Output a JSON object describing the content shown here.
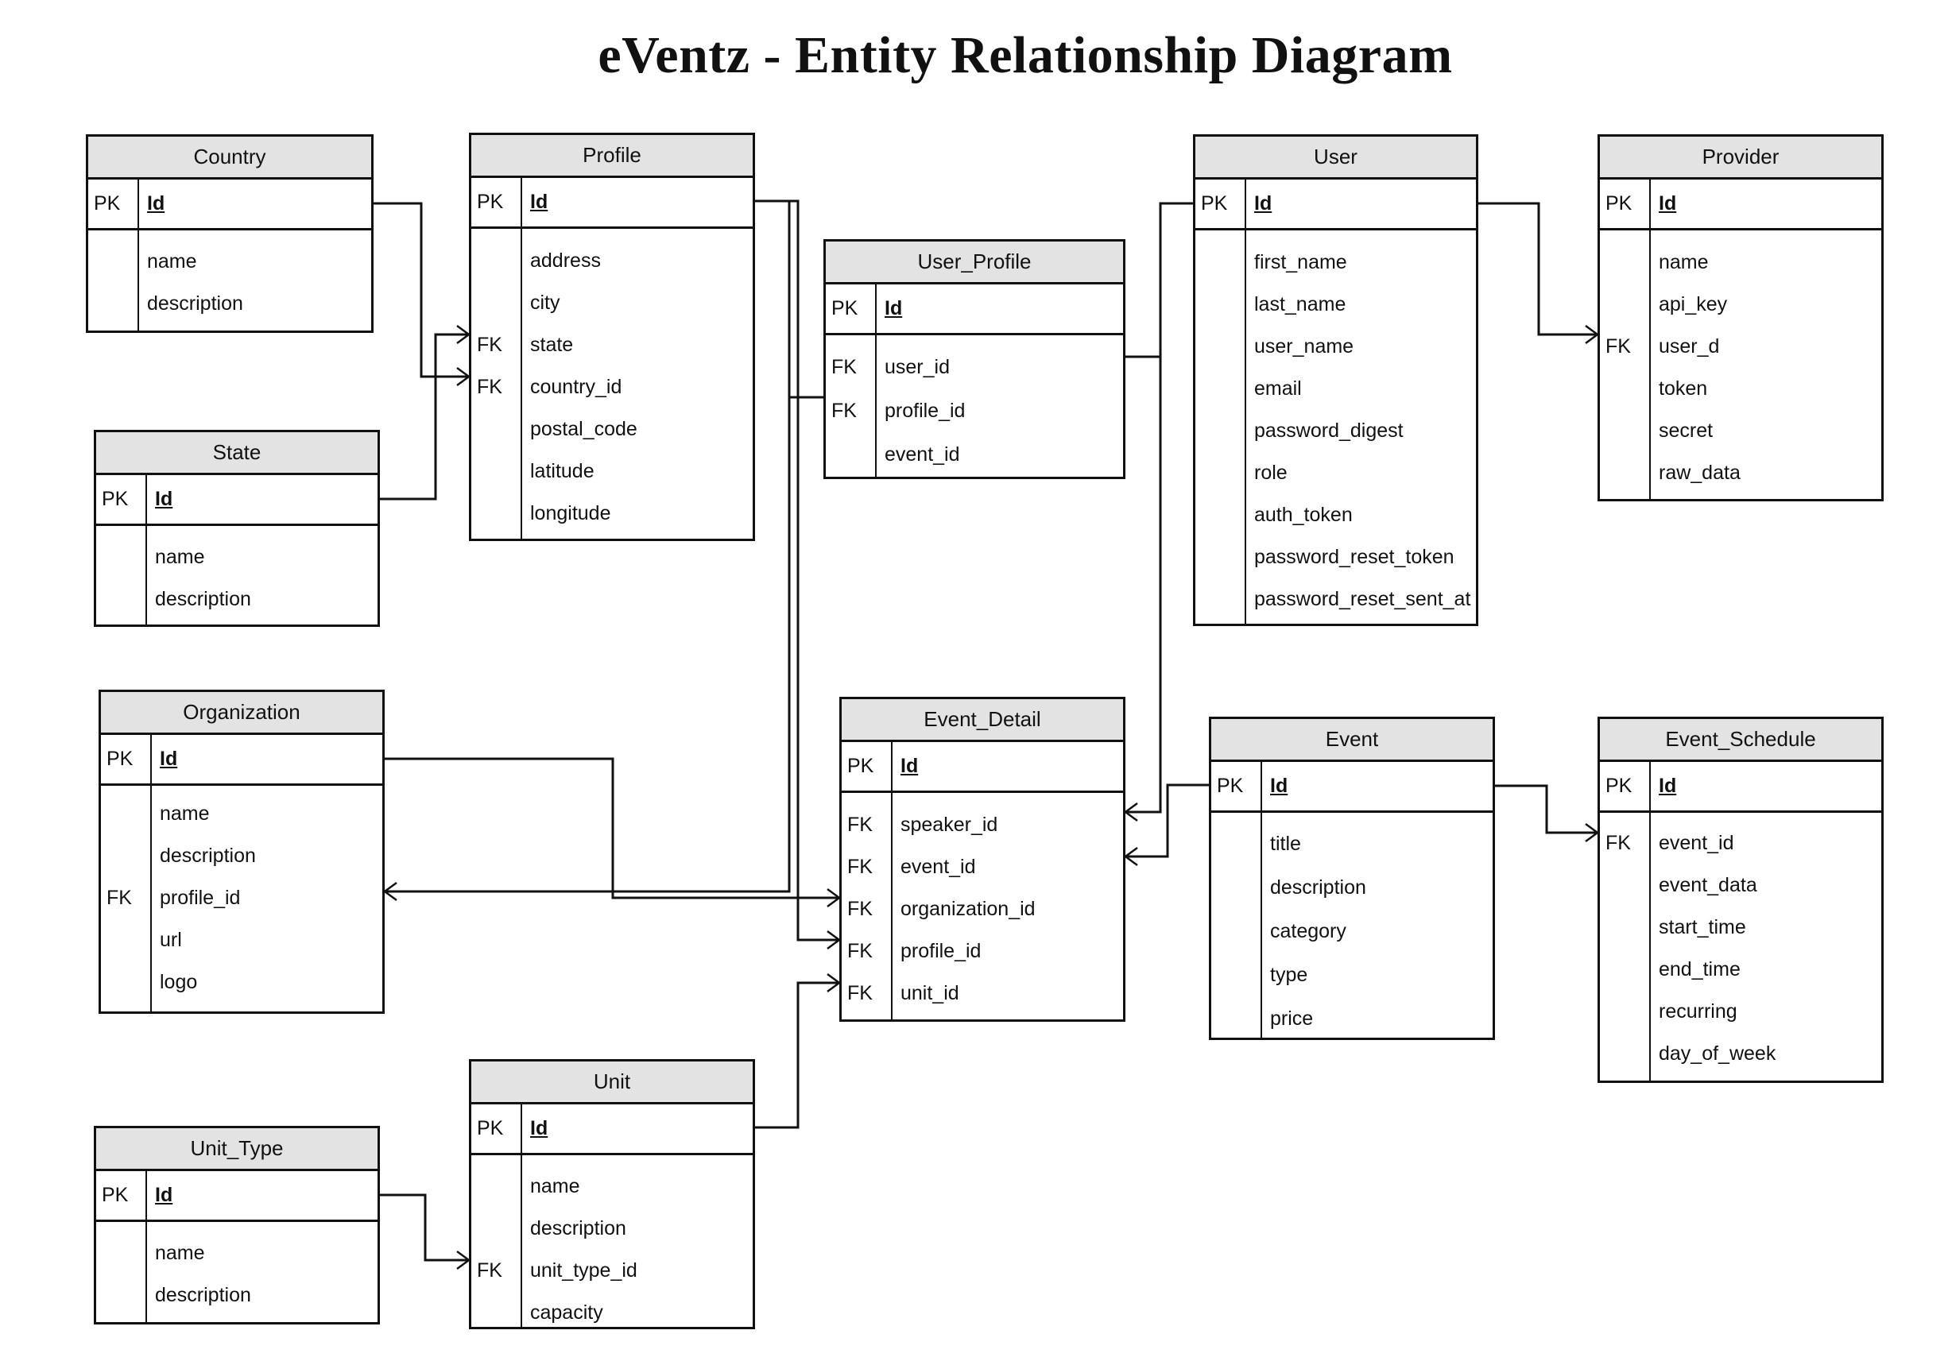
{
  "diagram": {
    "title": "eVentz - Entity Relationship Diagram",
    "entities": [
      {
        "id": "country",
        "name": "Country",
        "pk": "Id",
        "attributes": [
          {
            "key": "",
            "name": "name"
          },
          {
            "key": "",
            "name": "description"
          }
        ]
      },
      {
        "id": "profile",
        "name": "Profile",
        "pk": "Id",
        "attributes": [
          {
            "key": "",
            "name": "address"
          },
          {
            "key": "",
            "name": "city"
          },
          {
            "key": "FK",
            "name": "state"
          },
          {
            "key": "FK",
            "name": "country_id"
          },
          {
            "key": "",
            "name": "postal_code"
          },
          {
            "key": "",
            "name": "latitude"
          },
          {
            "key": "",
            "name": "longitude"
          }
        ]
      },
      {
        "id": "user_profile",
        "name": "User_Profile",
        "pk": "Id",
        "attributes": [
          {
            "key": "FK",
            "name": "user_id"
          },
          {
            "key": "FK",
            "name": "profile_id"
          },
          {
            "key": "",
            "name": "event_id"
          }
        ]
      },
      {
        "id": "user",
        "name": "User",
        "pk": "Id",
        "attributes": [
          {
            "key": "",
            "name": "first_name"
          },
          {
            "key": "",
            "name": "last_name"
          },
          {
            "key": "",
            "name": "user_name"
          },
          {
            "key": "",
            "name": "email"
          },
          {
            "key": "",
            "name": "password_digest"
          },
          {
            "key": "",
            "name": "role"
          },
          {
            "key": "",
            "name": "auth_token"
          },
          {
            "key": "",
            "name": "password_reset_token"
          },
          {
            "key": "",
            "name": "password_reset_sent_at"
          }
        ]
      },
      {
        "id": "provider",
        "name": "Provider",
        "pk": "Id",
        "attributes": [
          {
            "key": "",
            "name": "name"
          },
          {
            "key": "",
            "name": "api_key"
          },
          {
            "key": "FK",
            "name": "user_d"
          },
          {
            "key": "",
            "name": "token"
          },
          {
            "key": "",
            "name": "secret"
          },
          {
            "key": "",
            "name": "raw_data"
          }
        ]
      },
      {
        "id": "state",
        "name": "State",
        "pk": "Id",
        "attributes": [
          {
            "key": "",
            "name": "name"
          },
          {
            "key": "",
            "name": "description"
          }
        ]
      },
      {
        "id": "organization",
        "name": "Organization",
        "pk": "Id",
        "attributes": [
          {
            "key": "",
            "name": "name"
          },
          {
            "key": "",
            "name": "description"
          },
          {
            "key": "FK",
            "name": "profile_id"
          },
          {
            "key": "",
            "name": "url"
          },
          {
            "key": "",
            "name": "logo"
          }
        ]
      },
      {
        "id": "event_detail",
        "name": "Event_Detail",
        "pk": "Id",
        "attributes": [
          {
            "key": "FK",
            "name": "speaker_id"
          },
          {
            "key": "FK",
            "name": "event_id"
          },
          {
            "key": "FK",
            "name": "organization_id"
          },
          {
            "key": "FK",
            "name": "profile_id"
          },
          {
            "key": "FK",
            "name": "unit_id"
          }
        ]
      },
      {
        "id": "event",
        "name": "Event",
        "pk": "Id",
        "attributes": [
          {
            "key": "",
            "name": "title"
          },
          {
            "key": "",
            "name": "description"
          },
          {
            "key": "",
            "name": "category"
          },
          {
            "key": "",
            "name": "type"
          },
          {
            "key": "",
            "name": "price"
          }
        ]
      },
      {
        "id": "event_schedule",
        "name": "Event_Schedule",
        "pk": "Id",
        "attributes": [
          {
            "key": "FK",
            "name": "event_id"
          },
          {
            "key": "",
            "name": "event_data"
          },
          {
            "key": "",
            "name": "start_time"
          },
          {
            "key": "",
            "name": "end_time"
          },
          {
            "key": "",
            "name": "recurring"
          },
          {
            "key": "",
            "name": "day_of_week"
          }
        ]
      },
      {
        "id": "unit",
        "name": "Unit",
        "pk": "Id",
        "attributes": [
          {
            "key": "",
            "name": "name"
          },
          {
            "key": "",
            "name": "description"
          },
          {
            "key": "FK",
            "name": "unit_type_id"
          },
          {
            "key": "",
            "name": "capacity"
          }
        ]
      },
      {
        "id": "unit_type",
        "name": "Unit_Type",
        "pk": "Id",
        "attributes": [
          {
            "key": "",
            "name": "name"
          },
          {
            "key": "",
            "name": "description"
          }
        ]
      }
    ],
    "key_labels": {
      "primary": "PK",
      "foreign": "FK"
    },
    "line_color": "#111111",
    "header_color": "#e3e3e3",
    "relationship_notation": "crows-foot"
  }
}
